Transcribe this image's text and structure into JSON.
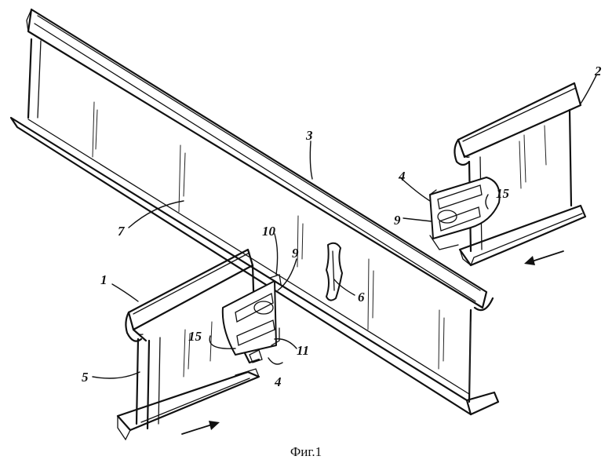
{
  "labels": {
    "l1": "1",
    "l2": "2",
    "l3": "3",
    "l4a": "4",
    "l4b": "4",
    "l5": "5",
    "l6": "6",
    "l7": "7",
    "l9a": "9",
    "l9b": "9",
    "l10": "10",
    "l11": "11",
    "l15a": "15",
    "l15b": "15"
  },
  "caption": "Фиг.1"
}
